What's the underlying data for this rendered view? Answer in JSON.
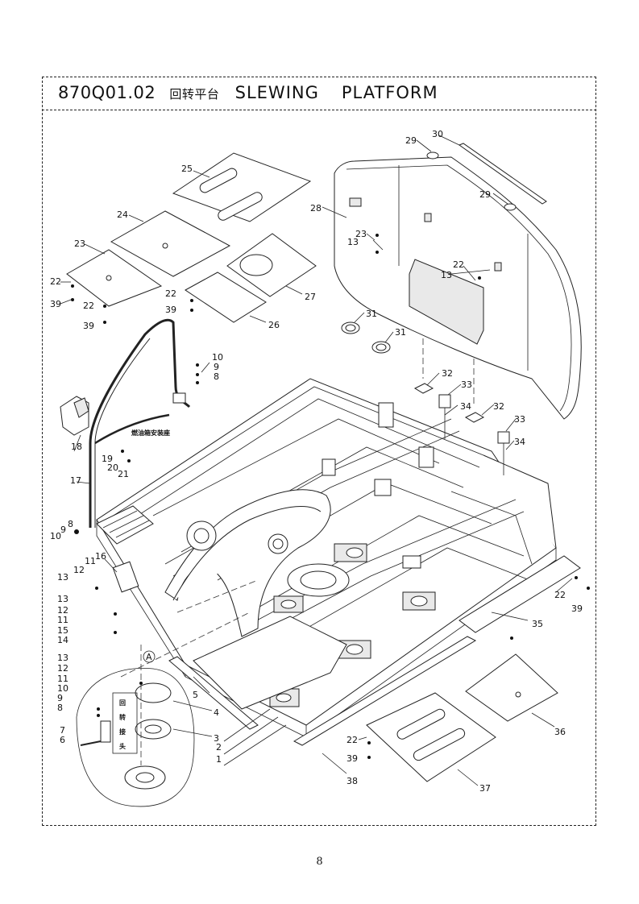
{
  "title": {
    "code": "870Q01.02",
    "name_cn": "回转平台",
    "name_en_1": "SLEWING",
    "name_en_2": "PLATFORM"
  },
  "annotations": {
    "fuel_tank_mount": "燃油箱安装座",
    "swivel_joint_1": "回",
    "swivel_joint_2": "转",
    "swivel_joint_3": "接",
    "swivel_joint_4": "头",
    "detail_marker": "A"
  },
  "callouts": [
    "1",
    "2",
    "3",
    "4",
    "5",
    "6",
    "7",
    "8",
    "9",
    "10",
    "11",
    "12",
    "13",
    "14",
    "15",
    "16",
    "17",
    "18",
    "19",
    "20",
    "21",
    "22",
    "23",
    "24",
    "25",
    "26",
    "27",
    "28",
    "29",
    "30",
    "31",
    "32",
    "33",
    "34",
    "35",
    "36",
    "37",
    "38",
    "39"
  ],
  "page_number": "8"
}
